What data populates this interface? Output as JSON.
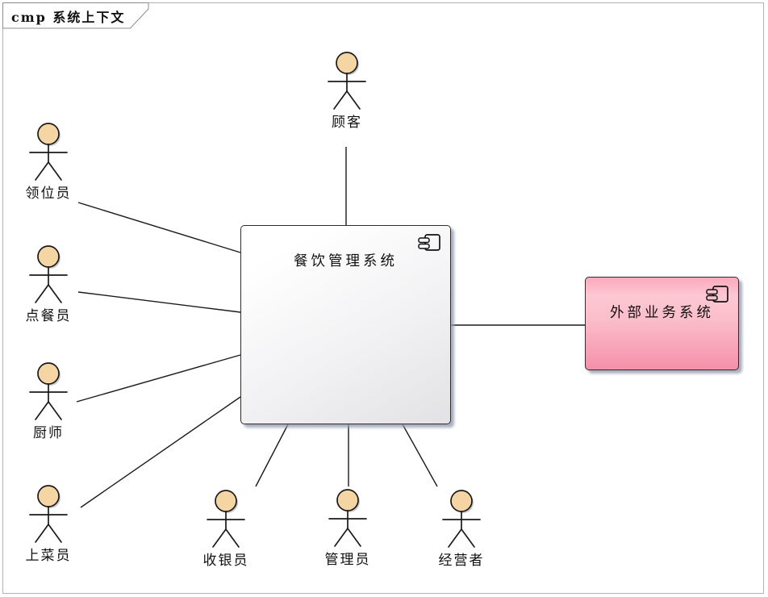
{
  "frame": {
    "tab_label": "cmp 系统上下文"
  },
  "diagram": {
    "main_component": {
      "label": "餐饮管理系统"
    },
    "external_component": {
      "label": "外部业务系统"
    },
    "actors": [
      {
        "id": "customer",
        "label": "顾客"
      },
      {
        "id": "host",
        "label": "领位员"
      },
      {
        "id": "order-taker",
        "label": "点餐员"
      },
      {
        "id": "chef",
        "label": "厨师"
      },
      {
        "id": "food-server",
        "label": "上菜员"
      },
      {
        "id": "cashier",
        "label": "收银员"
      },
      {
        "id": "admin",
        "label": "管理员"
      },
      {
        "id": "owner",
        "label": "经营者"
      }
    ],
    "colors": {
      "main_component_fill": "#eeeef0",
      "external_component_fill": "#f995ab",
      "actor_head_fill": "#f5d6a3",
      "connector": "#1a1a1a",
      "frame_border": "#b3b3b3",
      "shadow": "#949caf"
    }
  }
}
